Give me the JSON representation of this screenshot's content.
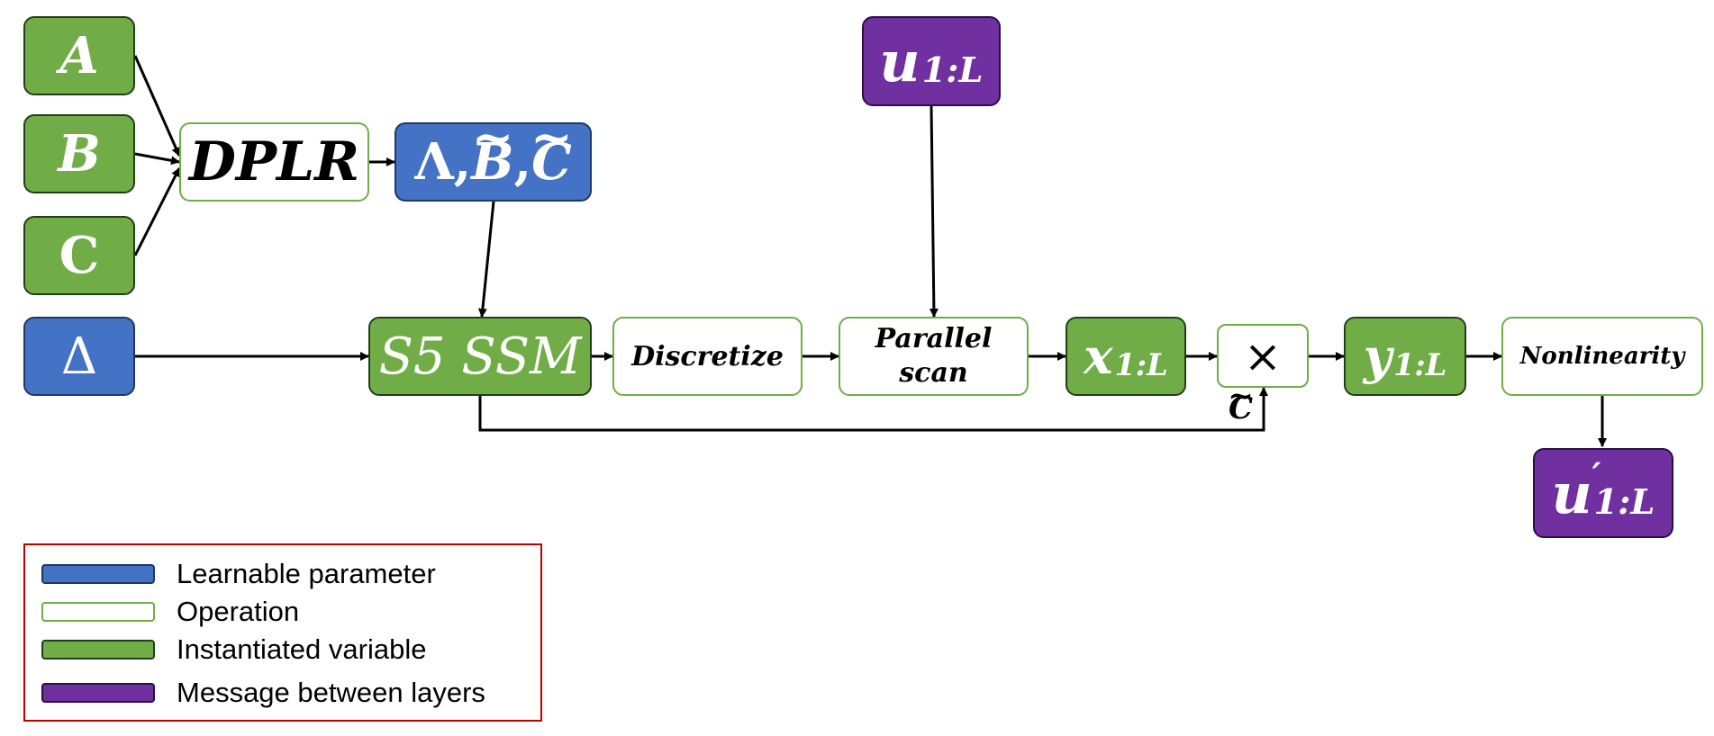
{
  "nodes": {
    "a": "A",
    "b": "B",
    "c": "C",
    "delta": "Δ",
    "dplr": "DPLR",
    "params": {
      "lambda": "Λ",
      "sep": ",",
      "b": "B",
      "c": "C",
      "tilde": "~"
    },
    "ssm": {
      "main": "S5 SSM"
    },
    "discretize": "Discretize",
    "parallel_scan": {
      "line1": "Parallel",
      "line2": "scan"
    },
    "x": {
      "base": "x",
      "sub": "1:L"
    },
    "multiply": "×",
    "y": {
      "base": "y",
      "sub": "1:L"
    },
    "nonlinearity": "Nonlinearity",
    "u_in": {
      "base": "u",
      "sub": "1:L"
    },
    "u_out": {
      "base": "u",
      "prime": "′",
      "sub": "1:L"
    }
  },
  "edge_label_c_tilde": {
    "base": "C",
    "tilde": "~"
  },
  "legend": {
    "items": [
      {
        "label": "Learnable parameter",
        "swatch": "blue"
      },
      {
        "label": "Operation",
        "swatch": "op"
      },
      {
        "label": "Instantiated variable",
        "swatch": "green"
      },
      {
        "label": "Message between layers",
        "swatch": "purple"
      }
    ]
  },
  "colors": {
    "learnable": "#4472c4",
    "operation_border": "#70ad47",
    "instantiated": "#70ad47",
    "message": "#7030a0",
    "legend_border": "#c00000"
  }
}
